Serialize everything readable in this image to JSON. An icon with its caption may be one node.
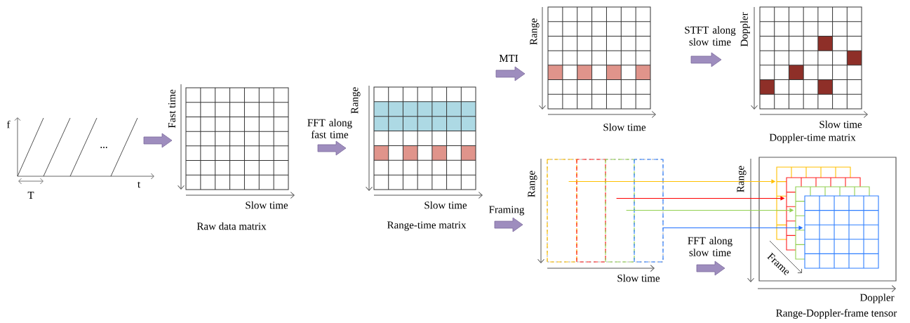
{
  "diagram": {
    "nodes": [
      {
        "text": [],
        "shape": "picture"
      },
      {
        "text": [
          "Raw data matrix"
        ]
      },
      {
        "text": [
          "Range-time matrix"
        ]
      },
      {
        "text": [],
        "shape": "box"
      },
      {
        "text": [
          "Doppler-time matrix"
        ]
      },
      {
        "text": [],
        "shape": "box"
      },
      {
        "text": [
          "Range-Doppler-frame tensor"
        ]
      }
    ],
    "edges": [
      {
        "from": 0,
        "to": 1,
        "arrow": "to"
      },
      {
        "from": 1,
        "to": 2,
        "arrow": "to",
        "label": "FFT along fast time"
      },
      {
        "from": 2,
        "to": 3,
        "arrow": "to",
        "label": "MTI"
      },
      {
        "from": 3,
        "to": 4,
        "arrow": "to",
        "label": "STFT along slow time"
      },
      {
        "from": 2,
        "to": 5,
        "arrow": "to",
        "label": "Framing"
      },
      {
        "from": 5,
        "to": 6,
        "arrow": "to",
        "label": "FFT along slow time"
      },
      {
        "from": 5,
        "to": 6,
        "arrow": "to",
        "color": "#ffc000"
      },
      {
        "from": 5,
        "to": 6,
        "arrow": "to",
        "color": "#ff0000"
      },
      {
        "from": 5,
        "to": 6,
        "arrow": "to",
        "color": "#92d050"
      },
      {
        "from": 5,
        "to": 6,
        "arrow": "to",
        "color": "#1f6fff"
      }
    ],
    "labels": [
      "f",
      "t",
      "T",
      "...",
      "Fast time",
      "Slow time",
      "Range",
      "Slow time",
      "Range",
      "Slow time",
      "Doppler",
      "Slow time",
      "Range",
      "Slow time",
      "Range",
      "Doppler",
      "Frame"
    ]
  }
}
